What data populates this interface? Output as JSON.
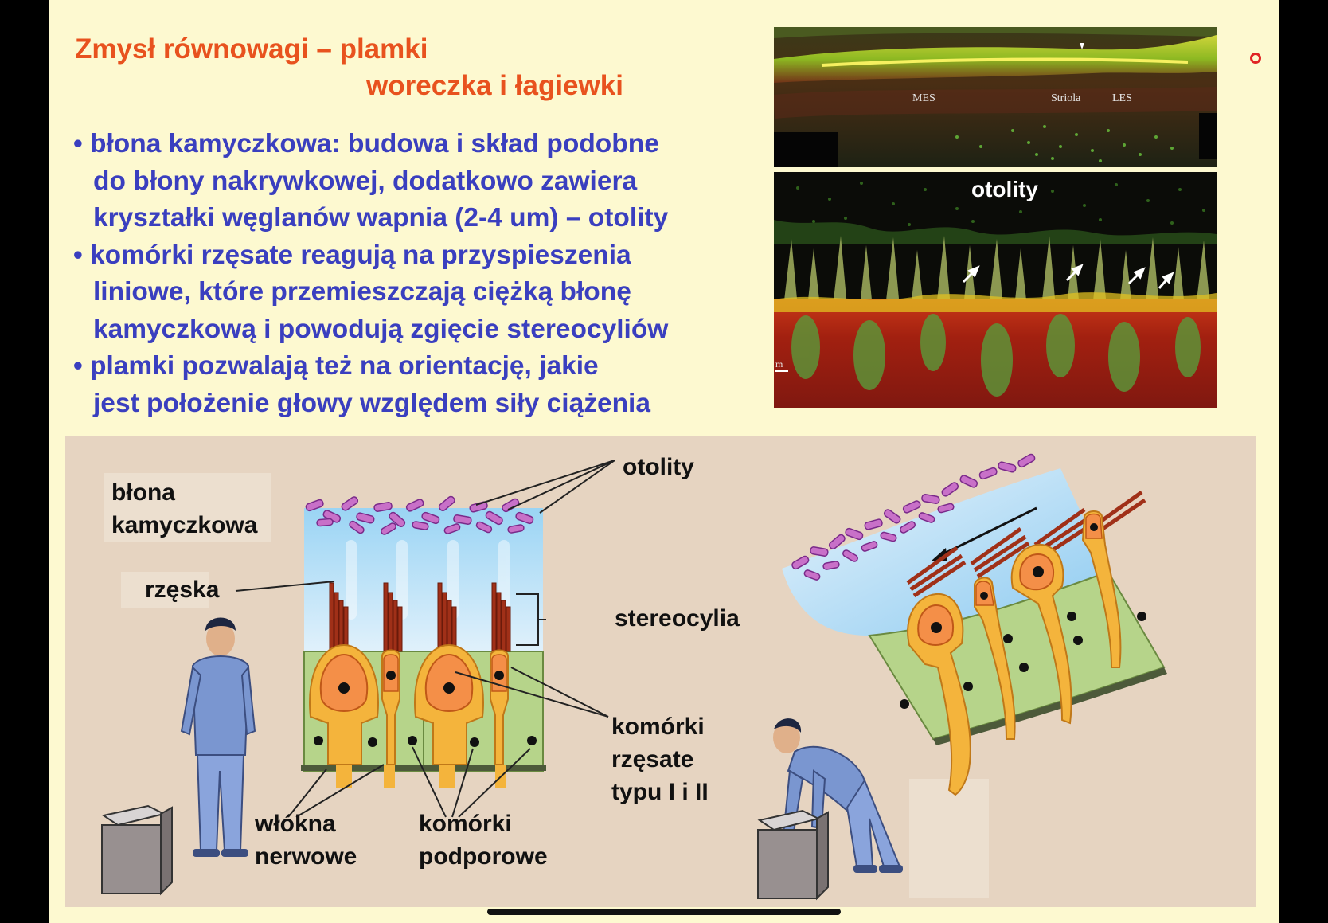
{
  "slide": {
    "title_line1": "Zmysł równowagi – plamki",
    "title_line2": "woreczka i łagiewki",
    "bullets": [
      "• błona kamyczkowa: budowa i skład podobne do błony nakrywkowej, dodatkowo zawiera kryształki węglanów wapnia (2-4 um) – otolity",
      "• komórki rzęsate reagują na przyspieszenia liniowe, które przemieszczają ciężką błonę kamyczkową i powodują zgięcie stereocyliów",
      "• plamki pozwalają też na orientację, jakie jest położenie głowy względem siły ciążenia"
    ],
    "bullet_lines": [
      [
        "• błona kamyczkowa: budowa i skład podobne",
        "do błony nakrywkowej, dodatkowo zawiera",
        "kryształki węglanów wapnia (2-4 um) – otolity"
      ],
      [
        "• komórki rzęsate reagują na przyspieszenia",
        "liniowe, które przemieszczają ciężką błonę",
        "kamyczkową i powodują zgięcie stereocyliów"
      ],
      [
        "• plamki pozwalają też na orientację, jakie",
        "jest położenie głowy względem siły ciążenia"
      ]
    ]
  },
  "micrograph_top": {
    "labels": [
      "MES",
      "Striola",
      "LES"
    ]
  },
  "micrograph_bottom": {
    "label": "otolity",
    "scale_label": "m"
  },
  "diagram": {
    "labels": {
      "otolity": "otolity",
      "blona": [
        "błona",
        "kamyczkowa"
      ],
      "rzeska": "rzęska",
      "stereocylia": "stereocylia",
      "komorki_rzesate": [
        "komórki",
        "rzęsate",
        "typu I i II"
      ],
      "wlokna": [
        "włókna",
        "nerwowe"
      ],
      "komorki_podporowe": [
        "komórki",
        "podporowe"
      ]
    }
  },
  "colors": {
    "title": "#e8521e",
    "bullets": "#3a3fbf",
    "slide_bg": "#fdf9d0",
    "diagram_bg": "#e6d4c1"
  }
}
